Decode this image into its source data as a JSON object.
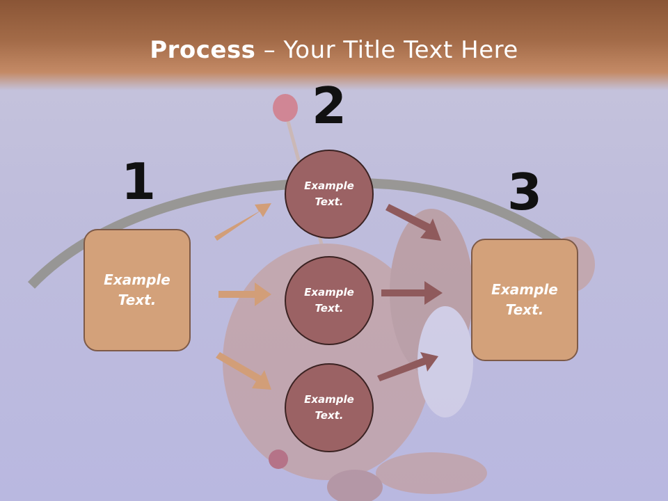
{
  "title": {
    "bold": "Process",
    "rest": " – Your Title Text Here"
  },
  "steps": {
    "one": "1",
    "two": "2",
    "three": "3"
  },
  "left_box": {
    "label": "Example\nText."
  },
  "right_box": {
    "label": "Example\nText."
  },
  "circles": [
    {
      "label": "Example\nText."
    },
    {
      "label": "Example\nText."
    },
    {
      "label": "Example\nText."
    }
  ],
  "colors": {
    "header": "#a36b48",
    "box_fill": "#d3a17a",
    "circle_fill": "#9b6264",
    "arrow_left": "#d29e78",
    "arrow_right": "#8f5a5c"
  }
}
